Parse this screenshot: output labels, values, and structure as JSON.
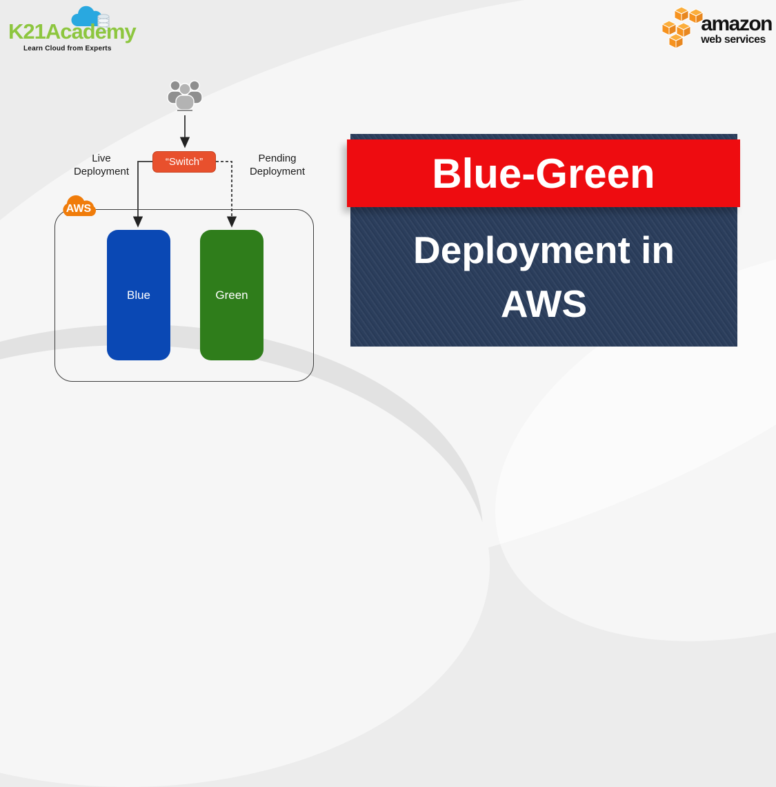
{
  "header": {
    "k21_academy": {
      "wordmark": "K21Academy",
      "tagline": "Learn Cloud from Experts"
    },
    "amazon": {
      "wordmark": "amazon",
      "subtitle": "web services"
    }
  },
  "diagram": {
    "live_label": "Live\nDeployment",
    "pending_label": "Pending\nDeployment",
    "switch_label": "“Switch”",
    "aws_cloud_label": "AWS",
    "blue_label": "Blue",
    "green_label": "Green"
  },
  "title_banner": {
    "line1": "Blue-Green",
    "line2": "Deployment in",
    "line3": "AWS"
  },
  "colors": {
    "blue_env": "#0A48B4",
    "green_env": "#2F7D1B",
    "switch_fill": "#E8502D",
    "aws_cloud_orange": "#F07C0A",
    "banner_red": "#EE0C10",
    "panel_navy": "#2B3E5C",
    "k21_green": "#8DC63F",
    "k21_cloud_blue": "#29A8E0",
    "amazon_cube_orange": "#F6921E"
  }
}
